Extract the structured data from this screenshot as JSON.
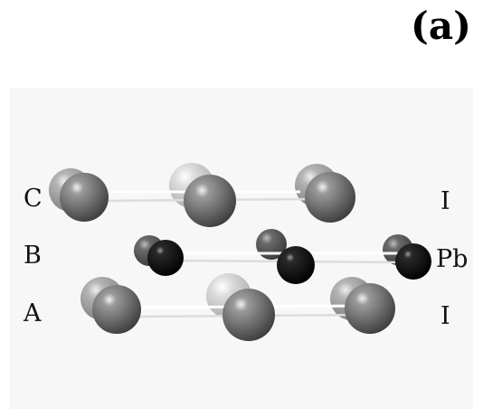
{
  "panel_label": "(a)",
  "layers": [
    {
      "stack_label": "C",
      "species_label": "I",
      "species": "iodine"
    },
    {
      "stack_label": "B",
      "species_label": "Pb",
      "species": "lead"
    },
    {
      "stack_label": "A",
      "species_label": "I",
      "species": "iodine"
    }
  ],
  "colors": {
    "background": "#f7f7f7",
    "iodine_atom": "#5f5f5f",
    "iodine_atom_back": "#8c8c8c",
    "lead_atom": "#0a0a0a",
    "lead_atom_back": "#555555",
    "bond": "#ffffff"
  }
}
